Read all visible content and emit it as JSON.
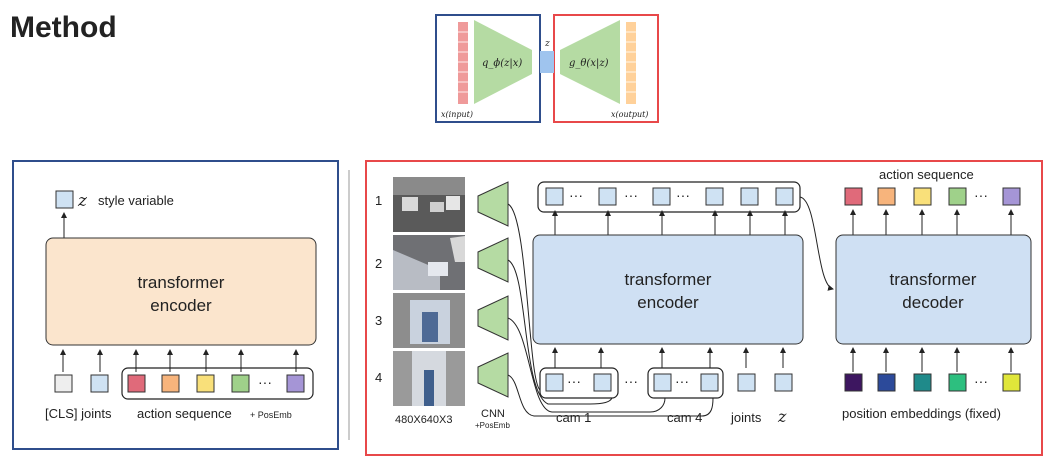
{
  "title": "Method",
  "vae": {
    "encoder_label": "q_ϕ(z|x)",
    "decoder_label": "g_θ(x|z)",
    "z_label": "z",
    "input_label": "x(input)",
    "output_label": "x(output)"
  },
  "left_panel": {
    "style_var_symbol": "z",
    "style_var_label": "style variable",
    "encoder_line1": "transformer",
    "encoder_line2": "encoder",
    "cls_joints_label": "[CLS] joints",
    "action_seq_label": "action sequence",
    "posemb_label": "+ PosEmb",
    "dots": "···"
  },
  "right_panel": {
    "cam_numbers": [
      "1",
      "2",
      "3",
      "4"
    ],
    "image_size_label": "480X640X3",
    "cnn_label": "CNN",
    "cnn_posemb_label": "+PosEmb",
    "encoder_line1": "transformer",
    "encoder_line2": "encoder",
    "decoder_line1": "transformer",
    "decoder_line2": "decoder",
    "cam1_label": "cam 1",
    "cam4_label": "cam 4",
    "joints_label": "joints",
    "z_symbol": "z",
    "action_seq_label": "action sequence",
    "pos_emb_label": "position embeddings (fixed)",
    "dots": "···"
  },
  "colors": {
    "encoder_q": "#b5dba3",
    "vae_input": "#ef9a9a",
    "vae_output": "#ffd19a",
    "vae_z": "#9fc4ee",
    "blue_frame": "#2f4e8c",
    "red_frame": "#e8484a",
    "left_encoder_fill": "#fbe5cd",
    "right_transformer_fill": "#cfe0f3",
    "token_blue": "#cfe2f3",
    "cls_gray": "#eeeeee",
    "action_colors": [
      "#e06a7a",
      "#f7b47c",
      "#f9e07a",
      "#9fd18a",
      "#a595d6"
    ],
    "pos_colors": [
      "#3d1660",
      "#2c4a9a",
      "#1f8a8a",
      "#2dbf7f",
      "#e0e63a"
    ]
  }
}
